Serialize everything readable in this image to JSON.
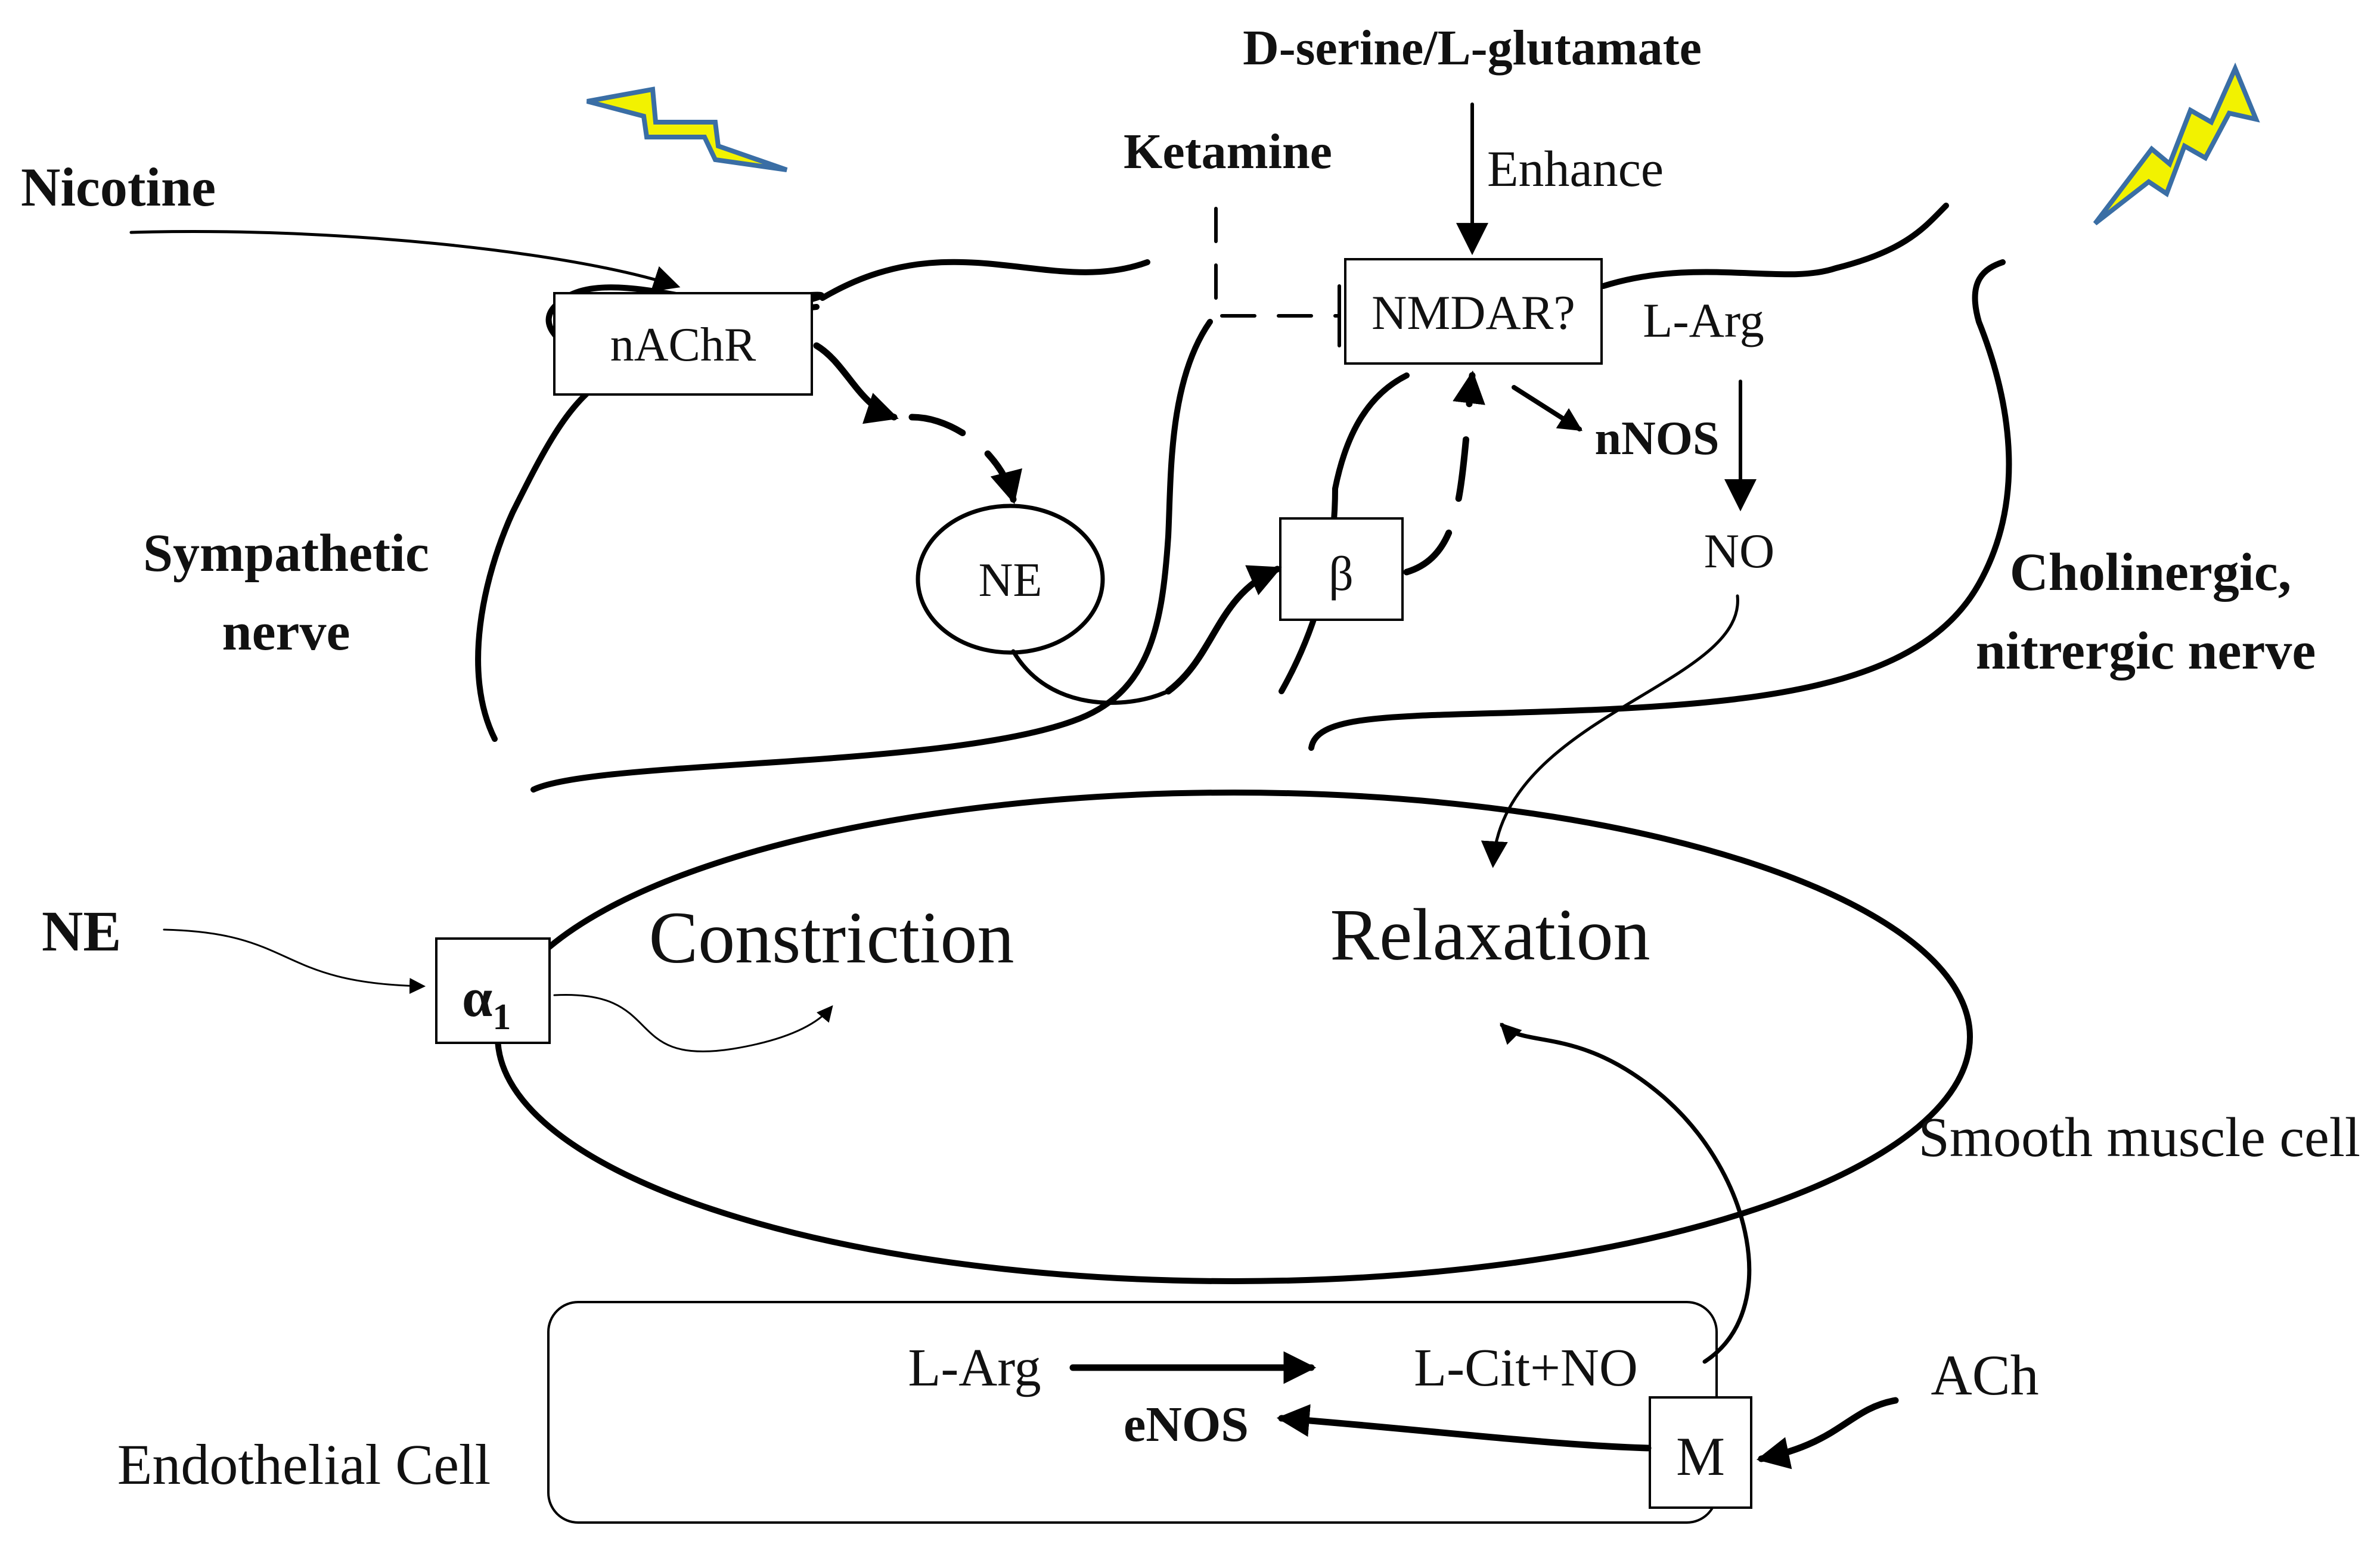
{
  "labels": {
    "d_serine": "D-serine/L-glutamate",
    "ketamine": "Ketamine",
    "enhance": "Enhance",
    "nicotine": "Nicotine",
    "nachr": "nAChR",
    "nmdar": "NMDAR?",
    "l_arg_top": "L-Arg",
    "nnos": "nNOS",
    "no_top": "NO",
    "ne_vesicle": "NE",
    "beta": "β",
    "sympathetic_line1": "Sympathetic",
    "sympathetic_line2": "nerve",
    "cholinergic_line1": "Cholinergic,",
    "cholinergic_line2": "nitrergic nerve",
    "ne_left": "NE",
    "alpha": "α",
    "alpha_sub": "1",
    "constriction": "Constriction",
    "relaxation": "Relaxation",
    "smooth_muscle": "Smooth muscle cell",
    "l_arg_bottom": "L-Arg",
    "l_cit_no": "L-Cit+NO",
    "enos": "eNOS",
    "m_receptor": "M",
    "ach": "ACh",
    "endothelial": "Endothelial Cell"
  },
  "colors": {
    "bolt_fill": "#f2f200",
    "bolt_outline": "#3a6ea5"
  }
}
